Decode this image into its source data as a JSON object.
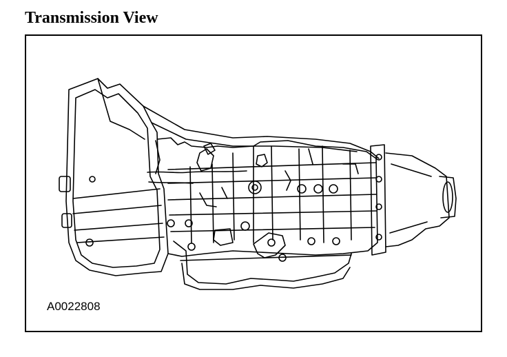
{
  "page": {
    "title": "Transmission View"
  },
  "figure": {
    "id_label": "A0022808",
    "illustration": "transmission-line-drawing"
  },
  "colors": {
    "ink": "#000000",
    "paper": "#ffffff"
  }
}
